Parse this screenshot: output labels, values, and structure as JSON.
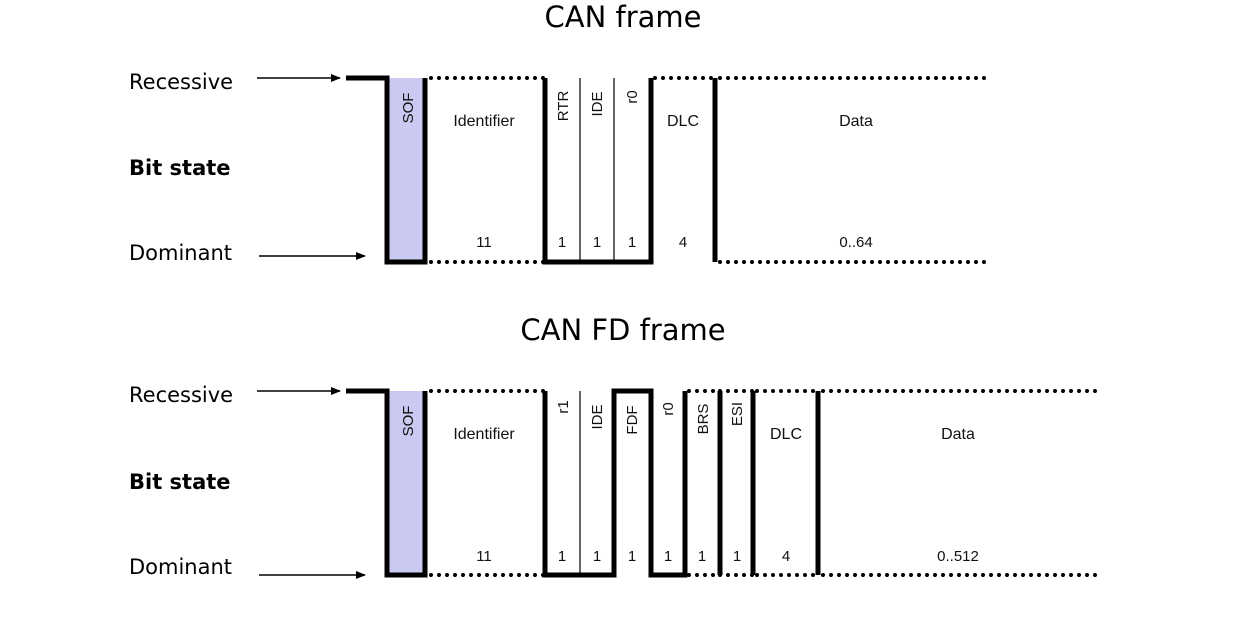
{
  "frames": [
    {
      "title": "CAN frame",
      "recessive_label": "Recessive",
      "bit_state_label": "Bit state",
      "dominant_label": "Dominant",
      "fields": [
        {
          "name": "SOF",
          "size": ""
        },
        {
          "name": "Identifier",
          "size": "11"
        },
        {
          "name": "RTR",
          "size": "1"
        },
        {
          "name": "IDE",
          "size": "1"
        },
        {
          "name": "r0",
          "size": "1"
        },
        {
          "name": "DLC",
          "size": "4"
        },
        {
          "name": "Data",
          "size": "0..64"
        }
      ]
    },
    {
      "title": "CAN FD frame",
      "recessive_label": "Recessive",
      "bit_state_label": "Bit state",
      "dominant_label": "Dominant",
      "fields": [
        {
          "name": "SOF",
          "size": ""
        },
        {
          "name": "Identifier",
          "size": "11"
        },
        {
          "name": "r1",
          "size": "1"
        },
        {
          "name": "IDE",
          "size": "1"
        },
        {
          "name": "FDF",
          "size": "1"
        },
        {
          "name": "r0",
          "size": "1"
        },
        {
          "name": "BRS",
          "size": "1"
        },
        {
          "name": "ESI",
          "size": "1"
        },
        {
          "name": "DLC",
          "size": "4"
        },
        {
          "name": "Data",
          "size": "0..512"
        }
      ]
    }
  ],
  "colors": {
    "sof_fill": "#c9c9f2"
  }
}
